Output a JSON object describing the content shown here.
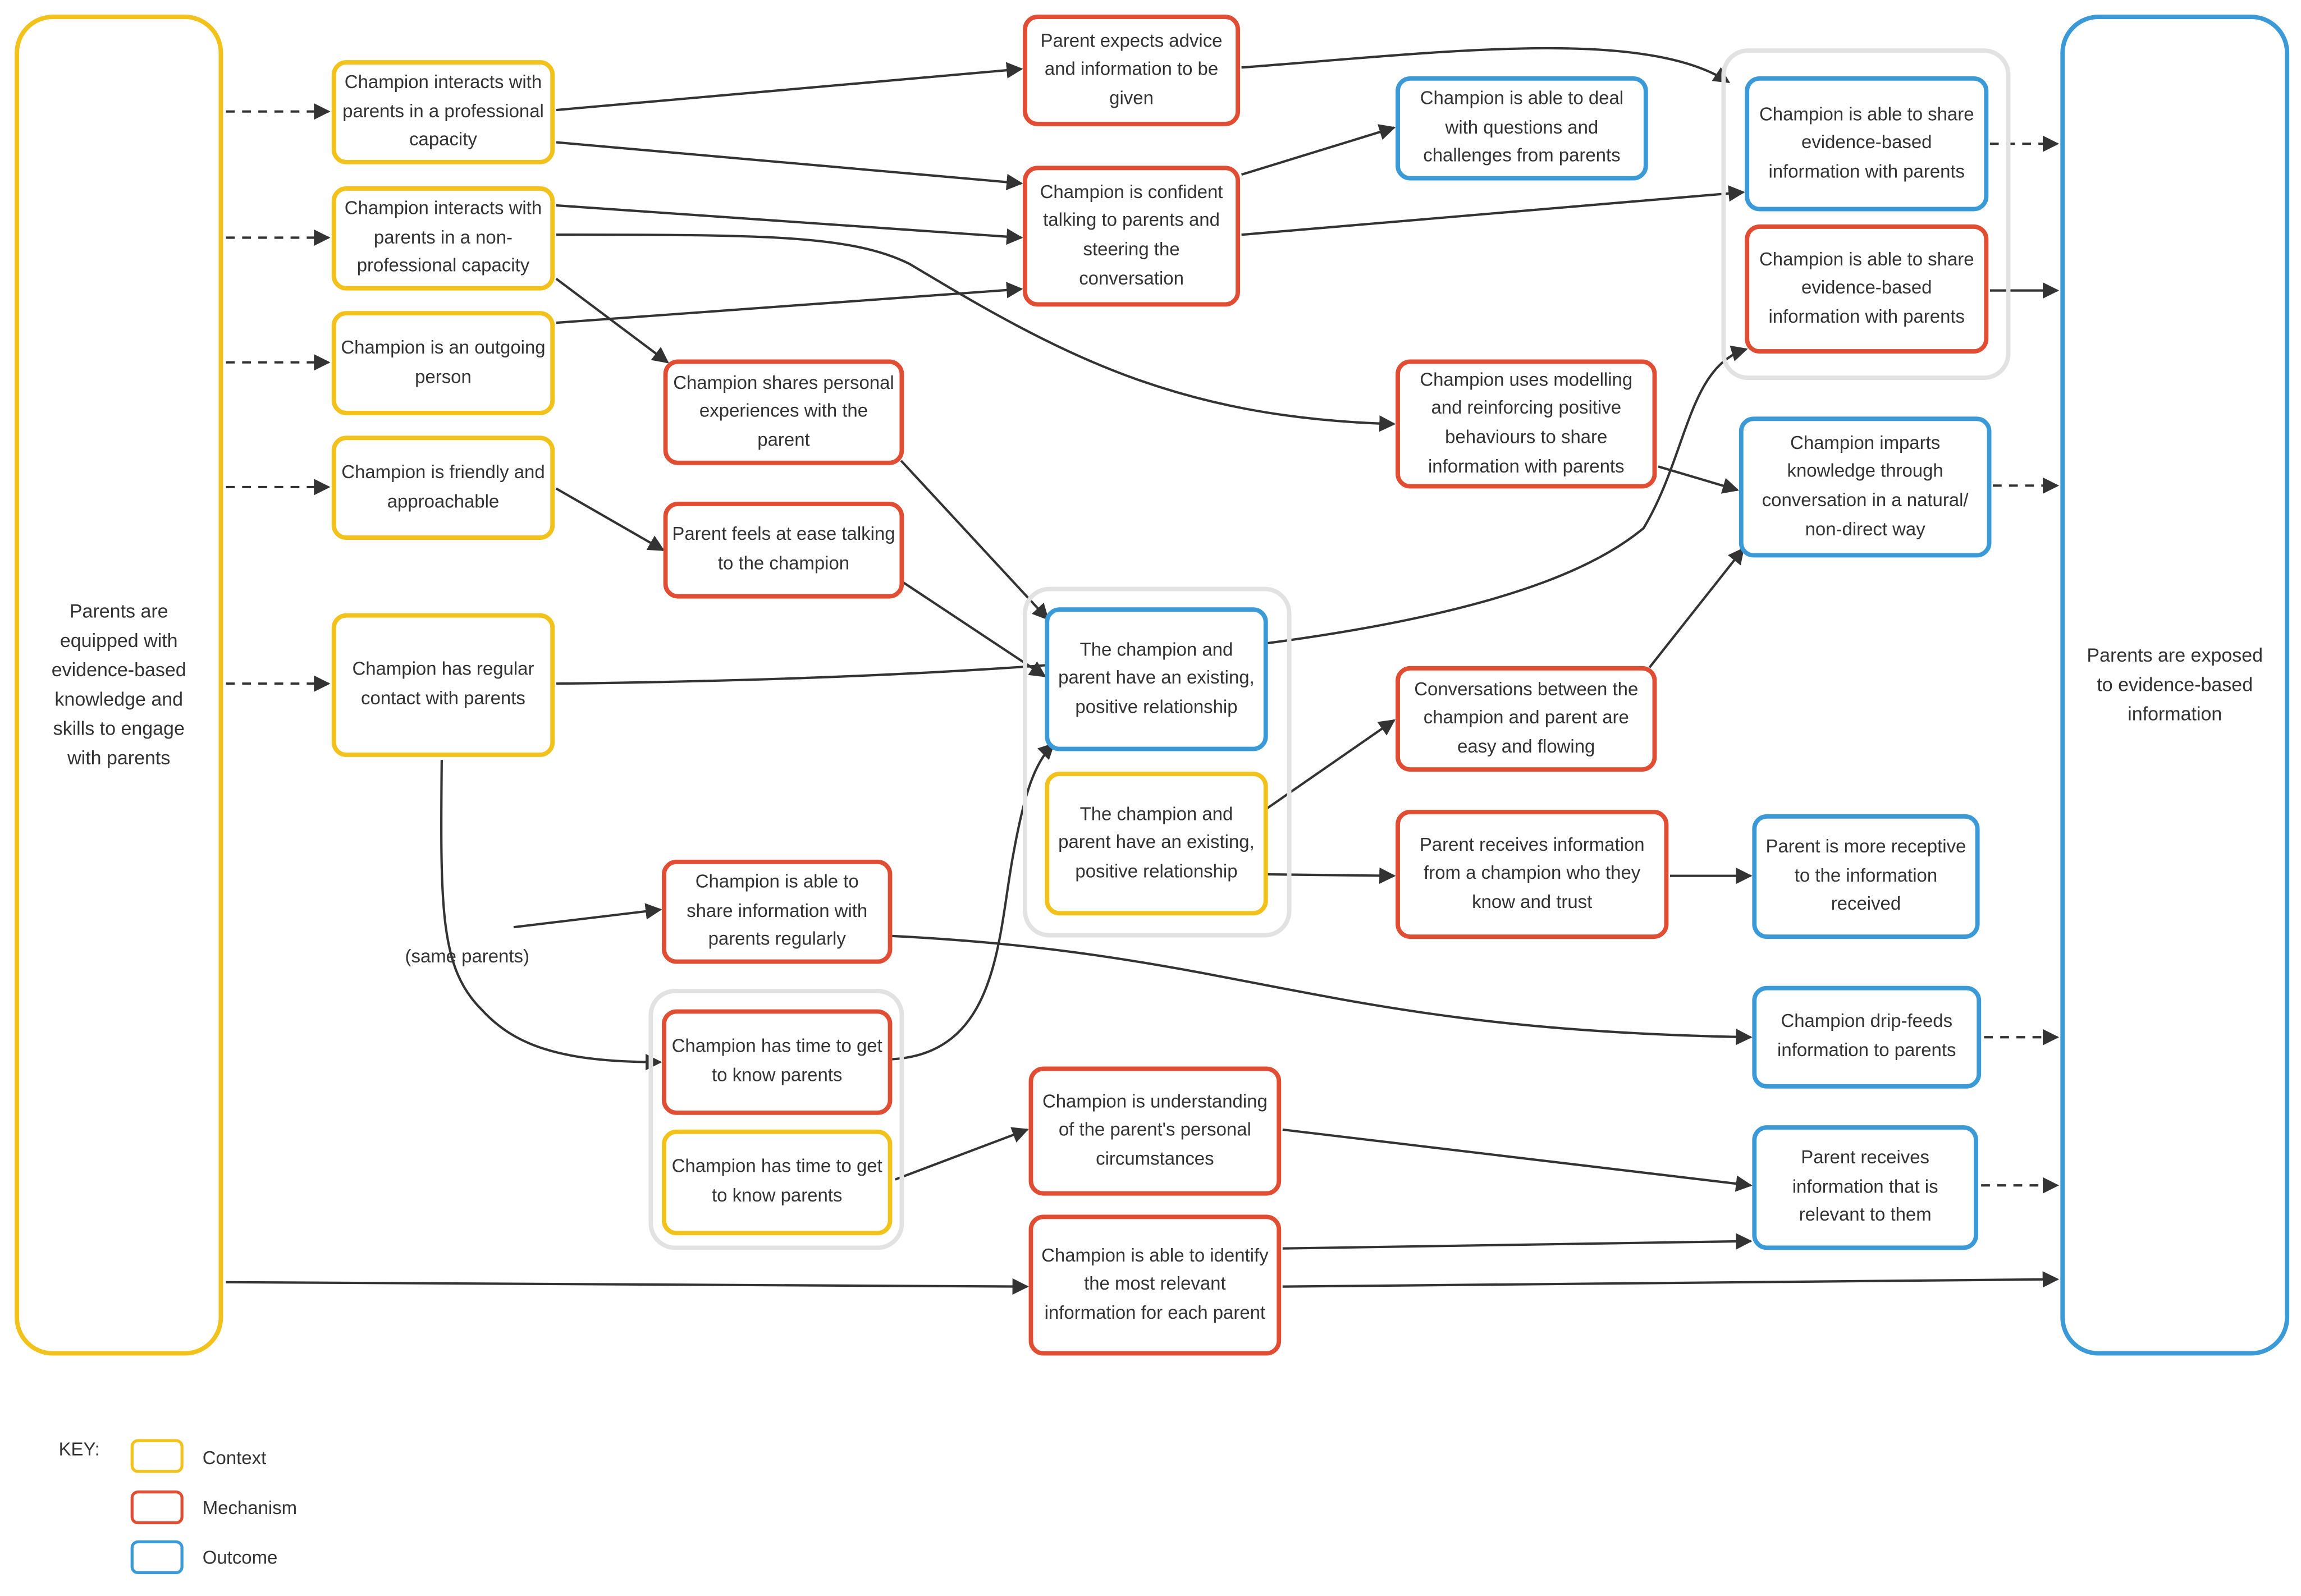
{
  "colors": {
    "context": "#f2c21b",
    "mechanism": "#e14d33",
    "outcome": "#3a9ad8",
    "group": "#e2e2e2",
    "edge": "#333333"
  },
  "nodes": {
    "n_left": {
      "type": "context",
      "text": "Parents are equipped with evidence-based knowledge and skills to engage with parents"
    },
    "n_right": {
      "type": "outcome",
      "text": "Parents are exposed to evidence-based information"
    },
    "c1": {
      "type": "context",
      "text": "Champion interacts with parents in a professional capacity"
    },
    "c2": {
      "type": "context",
      "text": "Champion interacts with parents in a non-professional capacity"
    },
    "c3": {
      "type": "context",
      "text": "Champion is an outgoing person"
    },
    "c4": {
      "type": "context",
      "text": "Champion is friendly and approachable"
    },
    "c5": {
      "type": "context",
      "text": "Champion has regular contact with parents"
    },
    "m1": {
      "type": "mechanism",
      "text": "Parent expects advice and information to be given"
    },
    "m2": {
      "type": "mechanism",
      "text": "Champion is confident talking to parents and steering the conversation"
    },
    "m3": {
      "type": "mechanism",
      "text": "Champion shares personal experiences with the parent"
    },
    "m4": {
      "type": "mechanism",
      "text": "Parent feels at ease talking to the champion"
    },
    "m5": {
      "type": "mechanism",
      "text": "Champion is able to share information with parents regularly"
    },
    "m6": {
      "type": "mechanism",
      "text": "Champion has time to get to know parents"
    },
    "c6": {
      "type": "context",
      "text": "Champion has time to get to know parents"
    },
    "o1": {
      "type": "outcome",
      "text": "The champion and parent have an existing, positive relationship"
    },
    "c7": {
      "type": "context",
      "text": "The champion and parent have an existing, positive relationship"
    },
    "m7": {
      "type": "mechanism",
      "text": "Champion is understanding of the parent's personal circumstances"
    },
    "m8": {
      "type": "mechanism",
      "text": "Champion is able to identify the most relevant information for each parent"
    },
    "o2": {
      "type": "outcome",
      "text": "Champion is able to deal with questions and challenges from parents"
    },
    "m9": {
      "type": "mechanism",
      "text": "Champion uses modelling and reinforcing positive behaviours to share information with parents"
    },
    "m10": {
      "type": "mechanism",
      "text": "Conversations between the champion and parent are easy and flowing"
    },
    "m11": {
      "type": "mechanism",
      "text": "Parent receives information from a champion who they know and trust"
    },
    "o3": {
      "type": "outcome",
      "text": "Champion is able to share evidence-based information with parents"
    },
    "m12": {
      "type": "mechanism",
      "text": "Champion is able to share evidence-based information with parents"
    },
    "o4": {
      "type": "outcome",
      "text": "Champion imparts knowledge through conversation in a natural/ non-direct way"
    },
    "o5": {
      "type": "outcome",
      "text": "Parent is more receptive to the information received"
    },
    "o6": {
      "type": "outcome",
      "text": "Champion drip-feeds information to parents"
    },
    "o7": {
      "type": "outcome",
      "text": "Parent receives information that is relevant to them"
    }
  },
  "edge_label": "(same parents)",
  "key": {
    "title": "KEY:",
    "items": [
      {
        "type": "context",
        "label": "Context"
      },
      {
        "type": "mechanism",
        "label": "Mechanism"
      },
      {
        "type": "outcome",
        "label": "Outcome"
      }
    ]
  }
}
